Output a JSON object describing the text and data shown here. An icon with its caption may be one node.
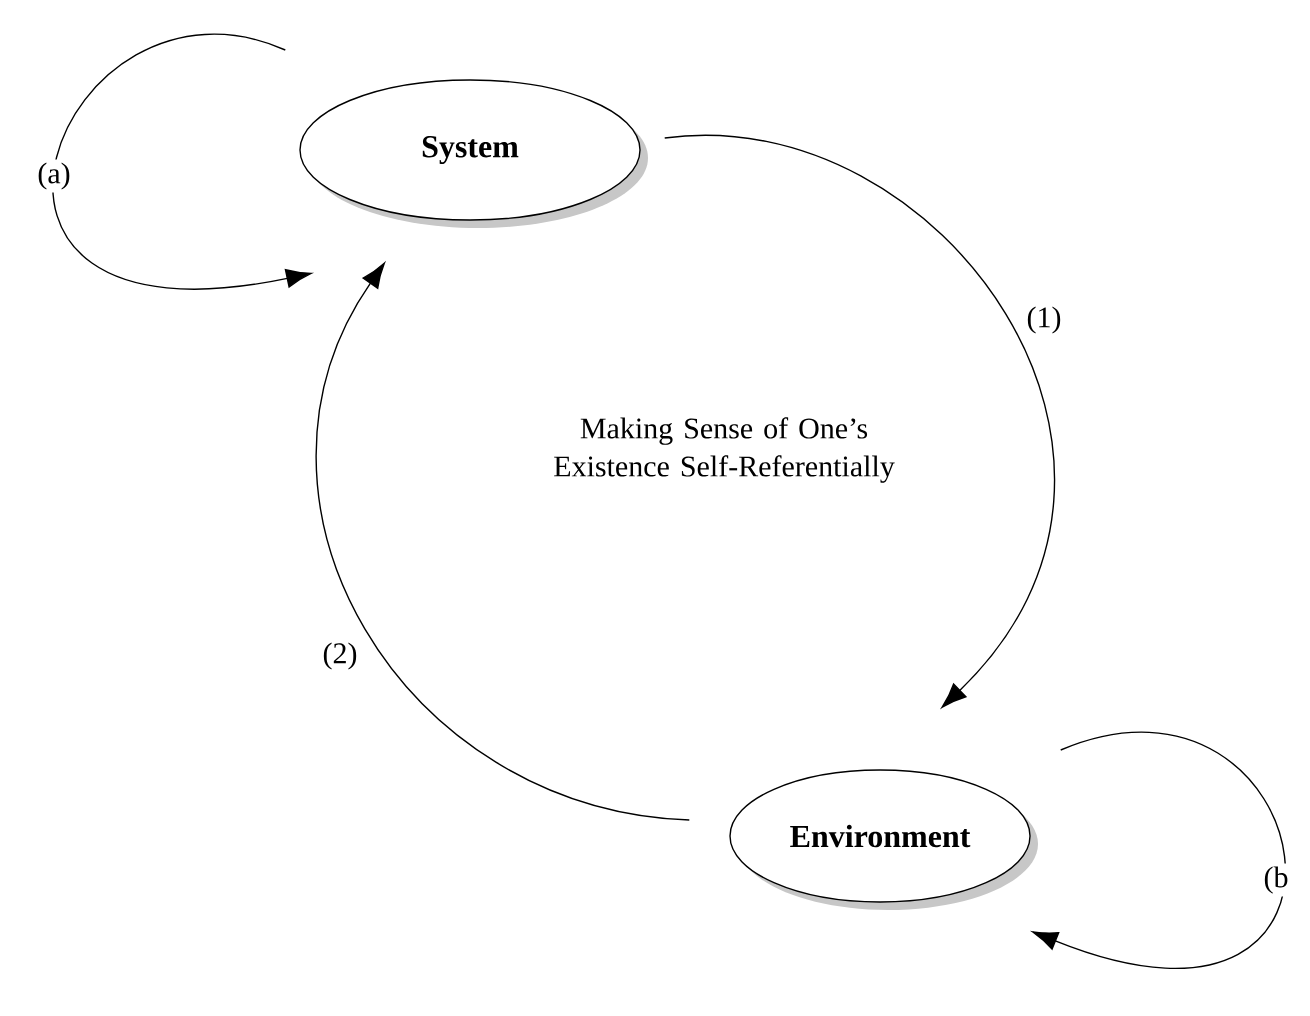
{
  "diagram": {
    "nodes": [
      {
        "text": [
          "System"
        ]
      },
      {
        "text": [
          "Environment"
        ]
      }
    ],
    "edges": [
      {
        "from": 0,
        "to": 0,
        "arrow": "to",
        "label": "(a)"
      },
      {
        "from": 0,
        "to": 1,
        "arrow": "to",
        "label": "(1)"
      },
      {
        "from": 1,
        "to": 0,
        "arrow": "to",
        "label": "(2)"
      },
      {
        "from": 1,
        "to": 1,
        "arrow": "to",
        "label": "(b"
      }
    ],
    "labels": [
      "Making Sense of One’s Existence Self-Referentially"
    ]
  }
}
